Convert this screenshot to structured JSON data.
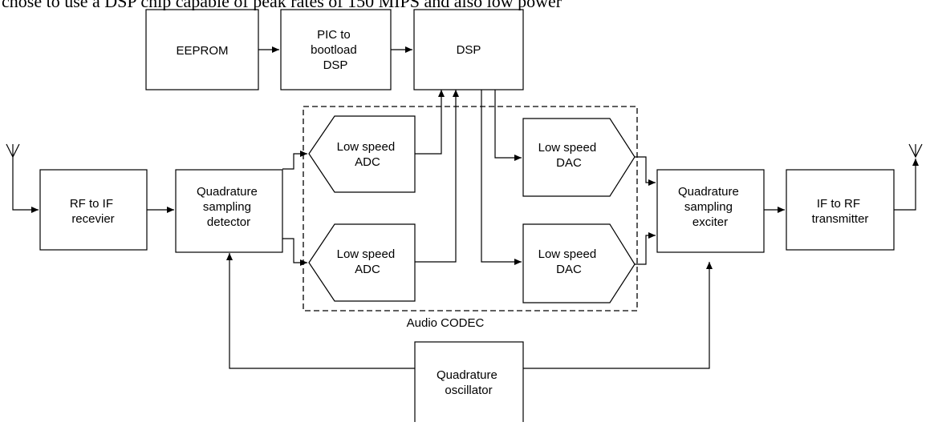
{
  "caption": "chose to use a DSP chip capable of peak rates of 150 MIPS and also low power",
  "blocks": {
    "eeprom": [
      "EEPROM"
    ],
    "pic": [
      "PIC to",
      "bootload",
      "DSP"
    ],
    "dsp": [
      "DSP"
    ],
    "adc_top": [
      "Low speed",
      "ADC"
    ],
    "adc_bottom": [
      "Low speed",
      "ADC"
    ],
    "dac_top": [
      "Low speed",
      "DAC"
    ],
    "dac_bottom": [
      "Low speed",
      "DAC"
    ],
    "rf_to_if": [
      "RF to IF",
      "recevier"
    ],
    "qs_detector": [
      "Quadrature",
      "sampling",
      "detector"
    ],
    "qs_exciter": [
      "Quadrature",
      "sampling",
      "exciter"
    ],
    "if_to_rf": [
      "IF to RF",
      "transmitter"
    ],
    "q_oscillator": [
      "Quadrature",
      "oscillator"
    ]
  },
  "codec_label": "Audio CODEC"
}
